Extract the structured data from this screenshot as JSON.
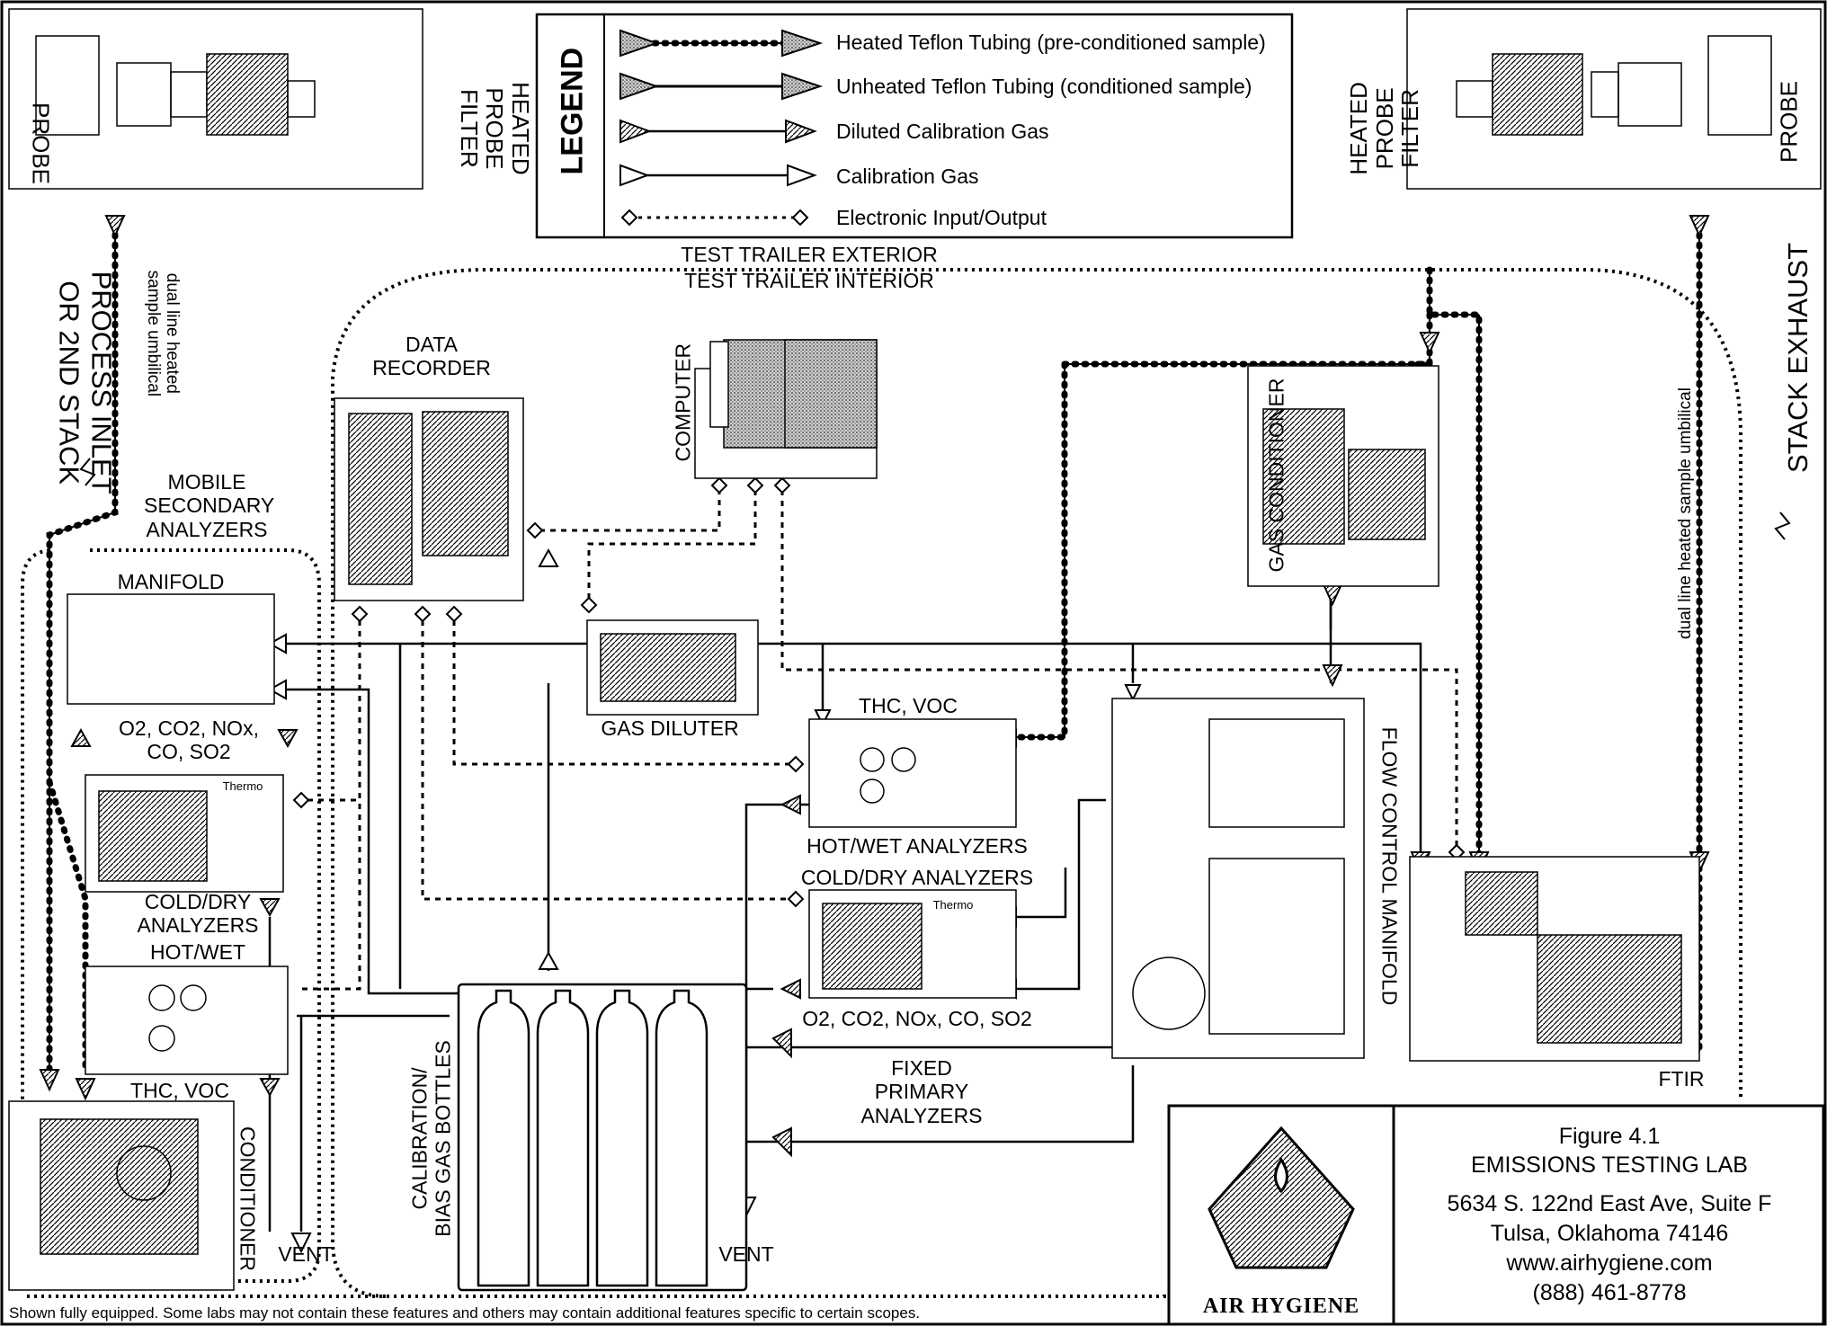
{
  "legend": {
    "title": "LEGEND",
    "items": [
      {
        "label": "Heated Teflon Tubing (pre-conditioned sample)",
        "style": "heated"
      },
      {
        "label": "Unheated Teflon Tubing (conditioned sample)",
        "style": "unheated"
      },
      {
        "label": "Diluted Calibration Gas",
        "style": "diluted"
      },
      {
        "label": "Calibration Gas",
        "style": "calgas"
      },
      {
        "label": "Electronic Input/Output",
        "style": "electronic"
      }
    ]
  },
  "left_side": {
    "probe": "PROBE",
    "heated_probe_filter": "HEATED PROBE\nFILTER",
    "process_inlet": "PROCESS INLET\nOR 2ND STACK",
    "dual_line": "dual line heated\nsample umbilical"
  },
  "right_side": {
    "probe": "PROBE",
    "heated_probe_filter": "HEATED PROBE\nFILTER",
    "stack_exhaust": "STACK EXHAUST",
    "dual_line": "dual line heated sample umbilical"
  },
  "trailer": {
    "exterior": "TEST TRAILER EXTERIOR",
    "interior": "TEST TRAILER INTERIOR"
  },
  "components": {
    "data_recorder": "DATA\nRECORDER",
    "computer": "COMPUTER",
    "gas_conditioner": "GAS CONDITIONER",
    "mobile_secondary": "MOBILE\nSECONDARY\nANALYZERS",
    "manifold": "MANIFOLD",
    "mobile_gases": "O2, CO2, NOx,\nCO, SO2",
    "mobile_cold_dry": "COLD/DRY\nANALYZERS",
    "mobile_hot_wet": "HOT/WET",
    "mobile_thc": "THC, VOC",
    "conditioner": "CONDITIONER",
    "vent_left": "VENT",
    "gas_diluter": "GAS DILUTER",
    "thc_voc": "THC, VOC",
    "hot_wet_analyzers": "HOT/WET ANALYZERS",
    "cold_dry_analyzers": "COLD/DRY ANALYZERS",
    "fixed_gases": "O2, CO2, NOx, CO, SO2",
    "fixed_primary": "FIXED\nPRIMARY\nANALYZERS",
    "calibration_bottles": "CALIBRATION/\nBIAS GAS BOTTLES",
    "vent_center": "VENT",
    "flow_control_manifold": "FLOW CONTROL MANIFOLD",
    "ftir": "FTIR",
    "thermo_label": "Thermo"
  },
  "title_block": {
    "figure": "Figure 4.1",
    "lab": "EMISSIONS TESTING LAB",
    "address_line1": "5634 S. 122nd East Ave, Suite F",
    "address_line2": "Tulsa, Oklahoma 74146",
    "website": "www.airhygiene.com",
    "phone": "(888) 461-8778",
    "logo_text": "AIR HYGIENE"
  },
  "footer_note": "Shown fully equipped.  Some labs may not contain these features and others may contain additional features specific to certain scopes."
}
